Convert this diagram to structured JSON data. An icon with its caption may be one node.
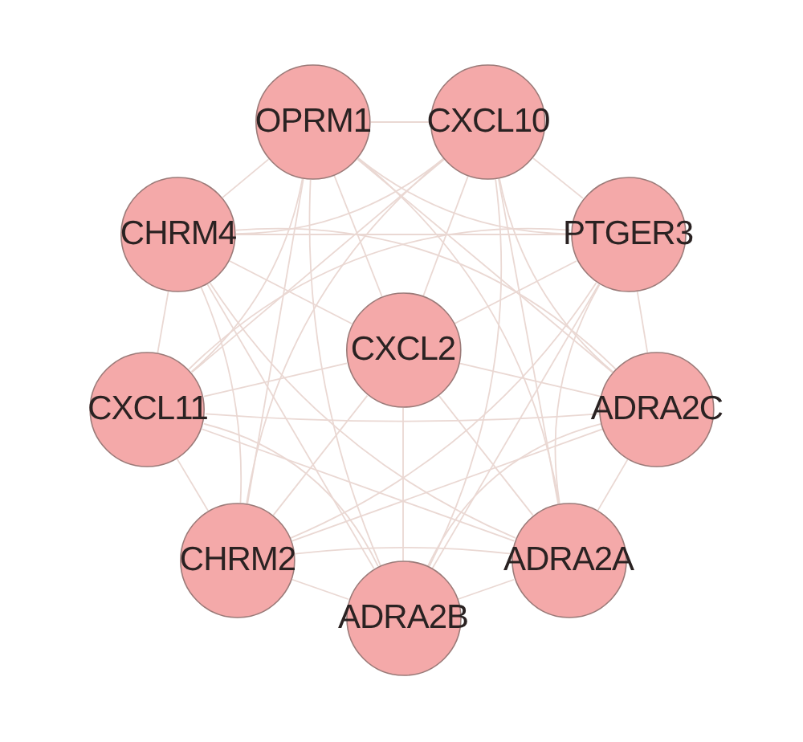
{
  "diagram": {
    "nodes": [
      {
        "text": [
          "OPRM1"
        ]
      },
      {
        "text": [
          "CXCL10"
        ]
      },
      {
        "text": [
          "CHRM4"
        ]
      },
      {
        "text": [
          "PTGER3"
        ]
      },
      {
        "text": [
          "CXCL2"
        ]
      },
      {
        "text": [
          "CXCL11"
        ]
      },
      {
        "text": [
          "ADRA2C"
        ]
      },
      {
        "text": [
          "CHRM2"
        ]
      },
      {
        "text": [
          "ADRA2A"
        ]
      },
      {
        "text": [
          "ADRA2B"
        ]
      }
    ],
    "edges": [
      {
        "from": 0,
        "to": 1,
        "arrow": "none"
      },
      {
        "from": 0,
        "to": 2,
        "arrow": "none"
      },
      {
        "from": 0,
        "to": 3,
        "arrow": "none"
      },
      {
        "from": 0,
        "to": 4,
        "arrow": "none"
      },
      {
        "from": 0,
        "to": 5,
        "arrow": "none"
      },
      {
        "from": 0,
        "to": 6,
        "arrow": "none"
      },
      {
        "from": 0,
        "to": 7,
        "arrow": "none"
      },
      {
        "from": 0,
        "to": 8,
        "arrow": "none"
      },
      {
        "from": 0,
        "to": 9,
        "arrow": "none"
      },
      {
        "from": 1,
        "to": 2,
        "arrow": "none"
      },
      {
        "from": 1,
        "to": 3,
        "arrow": "none"
      },
      {
        "from": 1,
        "to": 4,
        "arrow": "none"
      },
      {
        "from": 1,
        "to": 5,
        "arrow": "none"
      },
      {
        "from": 1,
        "to": 6,
        "arrow": "none"
      },
      {
        "from": 1,
        "to": 7,
        "arrow": "none"
      },
      {
        "from": 1,
        "to": 8,
        "arrow": "none"
      },
      {
        "from": 1,
        "to": 9,
        "arrow": "none"
      },
      {
        "from": 2,
        "to": 3,
        "arrow": "none"
      },
      {
        "from": 2,
        "to": 4,
        "arrow": "none"
      },
      {
        "from": 2,
        "to": 5,
        "arrow": "none"
      },
      {
        "from": 2,
        "to": 6,
        "arrow": "none"
      },
      {
        "from": 2,
        "to": 7,
        "arrow": "none"
      },
      {
        "from": 2,
        "to": 8,
        "arrow": "none"
      },
      {
        "from": 2,
        "to": 9,
        "arrow": "none"
      },
      {
        "from": 3,
        "to": 4,
        "arrow": "none"
      },
      {
        "from": 3,
        "to": 5,
        "arrow": "none"
      },
      {
        "from": 3,
        "to": 6,
        "arrow": "none"
      },
      {
        "from": 3,
        "to": 7,
        "arrow": "none"
      },
      {
        "from": 3,
        "to": 8,
        "arrow": "none"
      },
      {
        "from": 3,
        "to": 9,
        "arrow": "none"
      },
      {
        "from": 4,
        "to": 5,
        "arrow": "none"
      },
      {
        "from": 4,
        "to": 6,
        "arrow": "none"
      },
      {
        "from": 4,
        "to": 7,
        "arrow": "none"
      },
      {
        "from": 4,
        "to": 8,
        "arrow": "none"
      },
      {
        "from": 4,
        "to": 9,
        "arrow": "none"
      },
      {
        "from": 5,
        "to": 6,
        "arrow": "none"
      },
      {
        "from": 5,
        "to": 7,
        "arrow": "none"
      },
      {
        "from": 5,
        "to": 8,
        "arrow": "none"
      },
      {
        "from": 5,
        "to": 9,
        "arrow": "none"
      },
      {
        "from": 6,
        "to": 7,
        "arrow": "none"
      },
      {
        "from": 6,
        "to": 8,
        "arrow": "none"
      },
      {
        "from": 6,
        "to": 9,
        "arrow": "none"
      },
      {
        "from": 7,
        "to": 8,
        "arrow": "none"
      },
      {
        "from": 7,
        "to": 9,
        "arrow": "none"
      },
      {
        "from": 8,
        "to": 9,
        "arrow": "none"
      }
    ]
  }
}
